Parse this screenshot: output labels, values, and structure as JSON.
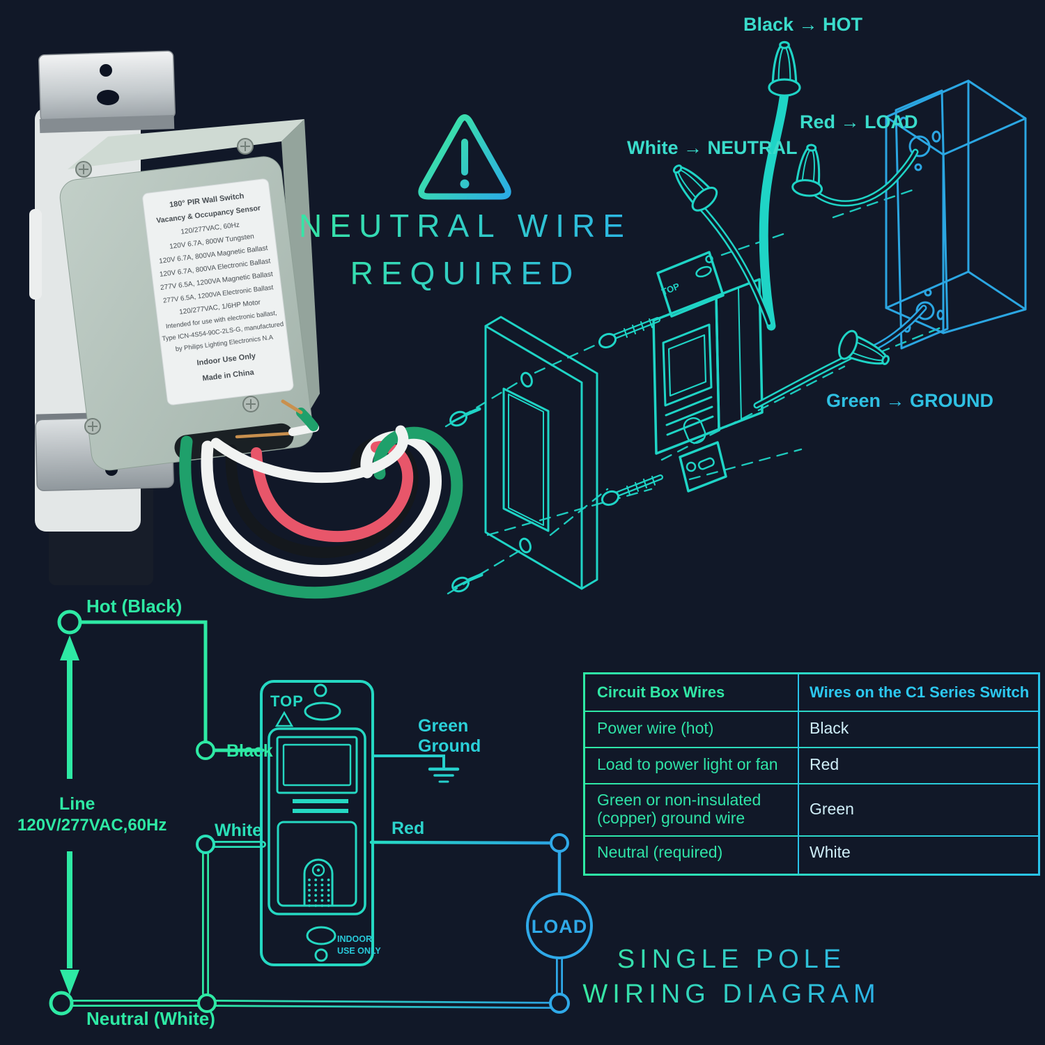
{
  "colors": {
    "background": "#111828",
    "accent_green": "#2ee9a4",
    "accent_teal": "#1fd4c6",
    "accent_cyan": "#29c3ea",
    "accent_blue": "#2ba6e2",
    "table_value_text": "#cfeef8",
    "wire_red": "#e8566a",
    "wire_green": "#1fa06b",
    "wire_white": "#f1f3f2",
    "wire_black": "#14181d",
    "device_body": "#b6c5be",
    "bracket_metal": "#c9ced2"
  },
  "warning": {
    "line1": "NEUTRAL WIRE",
    "line2": "REQUIRED"
  },
  "product": {
    "label_lines": [
      "180°  PIR Wall Switch",
      "Vacancy & Occupancy Sensor",
      "120/277VAC, 60Hz",
      "120V 6.7A, 800W Tungsten",
      "120V 6.7A, 800VA Magnetic Ballast",
      "120V 6.7A, 800VA Electronic Ballast",
      "277V 6.5A, 1200VA Magnetic Ballast",
      "277V 6.5A, 1200VA Electronic Ballast",
      "120/277VAC, 1/6HP Motor",
      "Intended for use with electronic ballast,",
      "Type ICN-4S54-90C-2LS-G, manufactured",
      "by Philips Lighting Electronics N.A",
      "Indoor Use Only",
      "Made in China"
    ]
  },
  "exploded": {
    "black_label": "Black → HOT",
    "red_label": "Red → LOAD",
    "white_label": "White → NEUTRAL",
    "green_label": "Green → GROUND"
  },
  "schematic": {
    "hot_label": "Hot (Black)",
    "line_label": "Line",
    "line_spec": "120V/277VAC,60Hz",
    "black_label": "Black",
    "white_label": "White",
    "red_label": "Red",
    "green_label_1": "Green",
    "green_label_2": "Ground",
    "neutral_label": "Neutral (White)",
    "load_label": "LOAD",
    "top_label": "TOP",
    "indoor_label_1": "INDOOR",
    "indoor_label_2": "USE ONLY"
  },
  "table": {
    "headers": [
      "Circuit Box Wires",
      "Wires on the C1 Series Switch"
    ],
    "rows": [
      [
        "Power wire (hot)",
        "Black"
      ],
      [
        "Load to power light or fan",
        "Red"
      ],
      [
        "Green or non-insulated (copper) ground wire",
        "Green"
      ],
      [
        "Neutral (required)",
        "White"
      ]
    ]
  },
  "footer": {
    "line1": "SINGLE POLE",
    "line2": "WIRING DIAGRAM"
  }
}
